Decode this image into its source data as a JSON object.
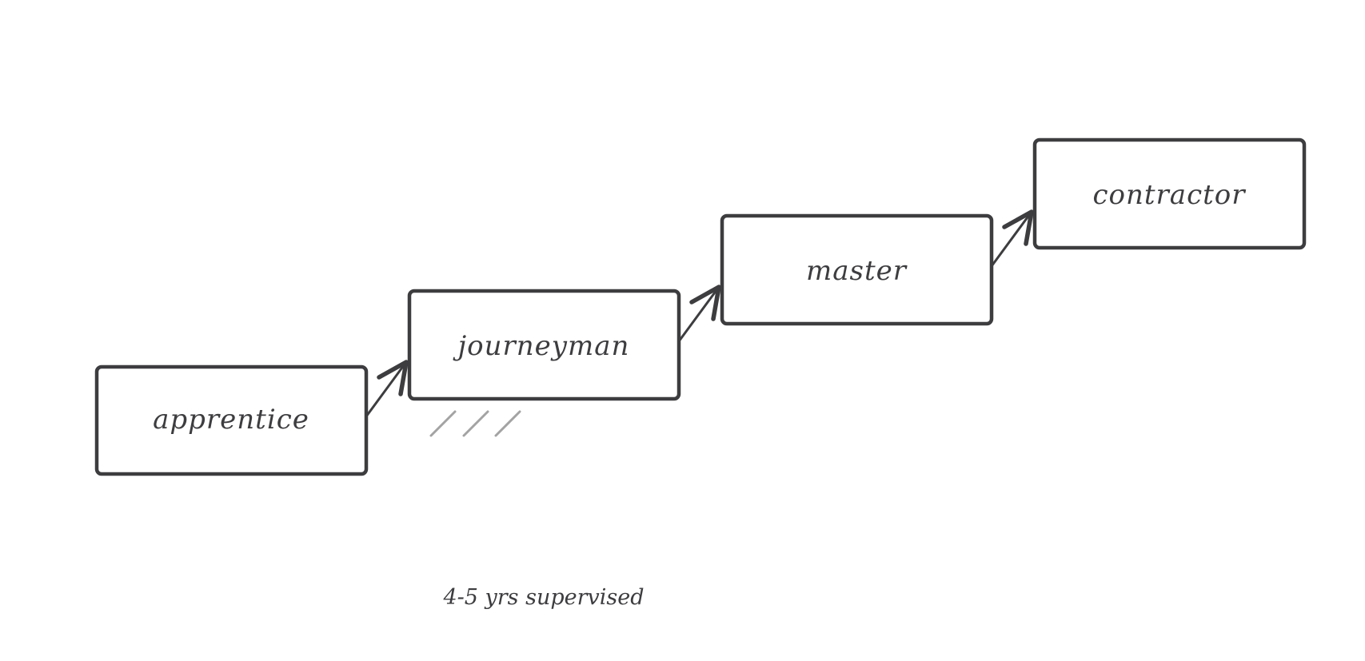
{
  "diagram": {
    "nodes": [
      {
        "id": "apprentice",
        "label": "apprentice"
      },
      {
        "id": "journeyman",
        "label": "journeyman"
      },
      {
        "id": "master",
        "label": "master"
      },
      {
        "id": "contractor",
        "label": "contractor"
      }
    ],
    "edges": [
      {
        "from": "apprentice",
        "to": "journeyman"
      },
      {
        "from": "journeyman",
        "to": "master"
      },
      {
        "from": "master",
        "to": "contractor"
      }
    ],
    "note": {
      "text": "4-5 yrs supervised",
      "attached_to": "journeyman"
    }
  },
  "colors": {
    "stroke": "#3d3d40",
    "hatch": "#a3a3a3",
    "background": "#ffffff"
  }
}
